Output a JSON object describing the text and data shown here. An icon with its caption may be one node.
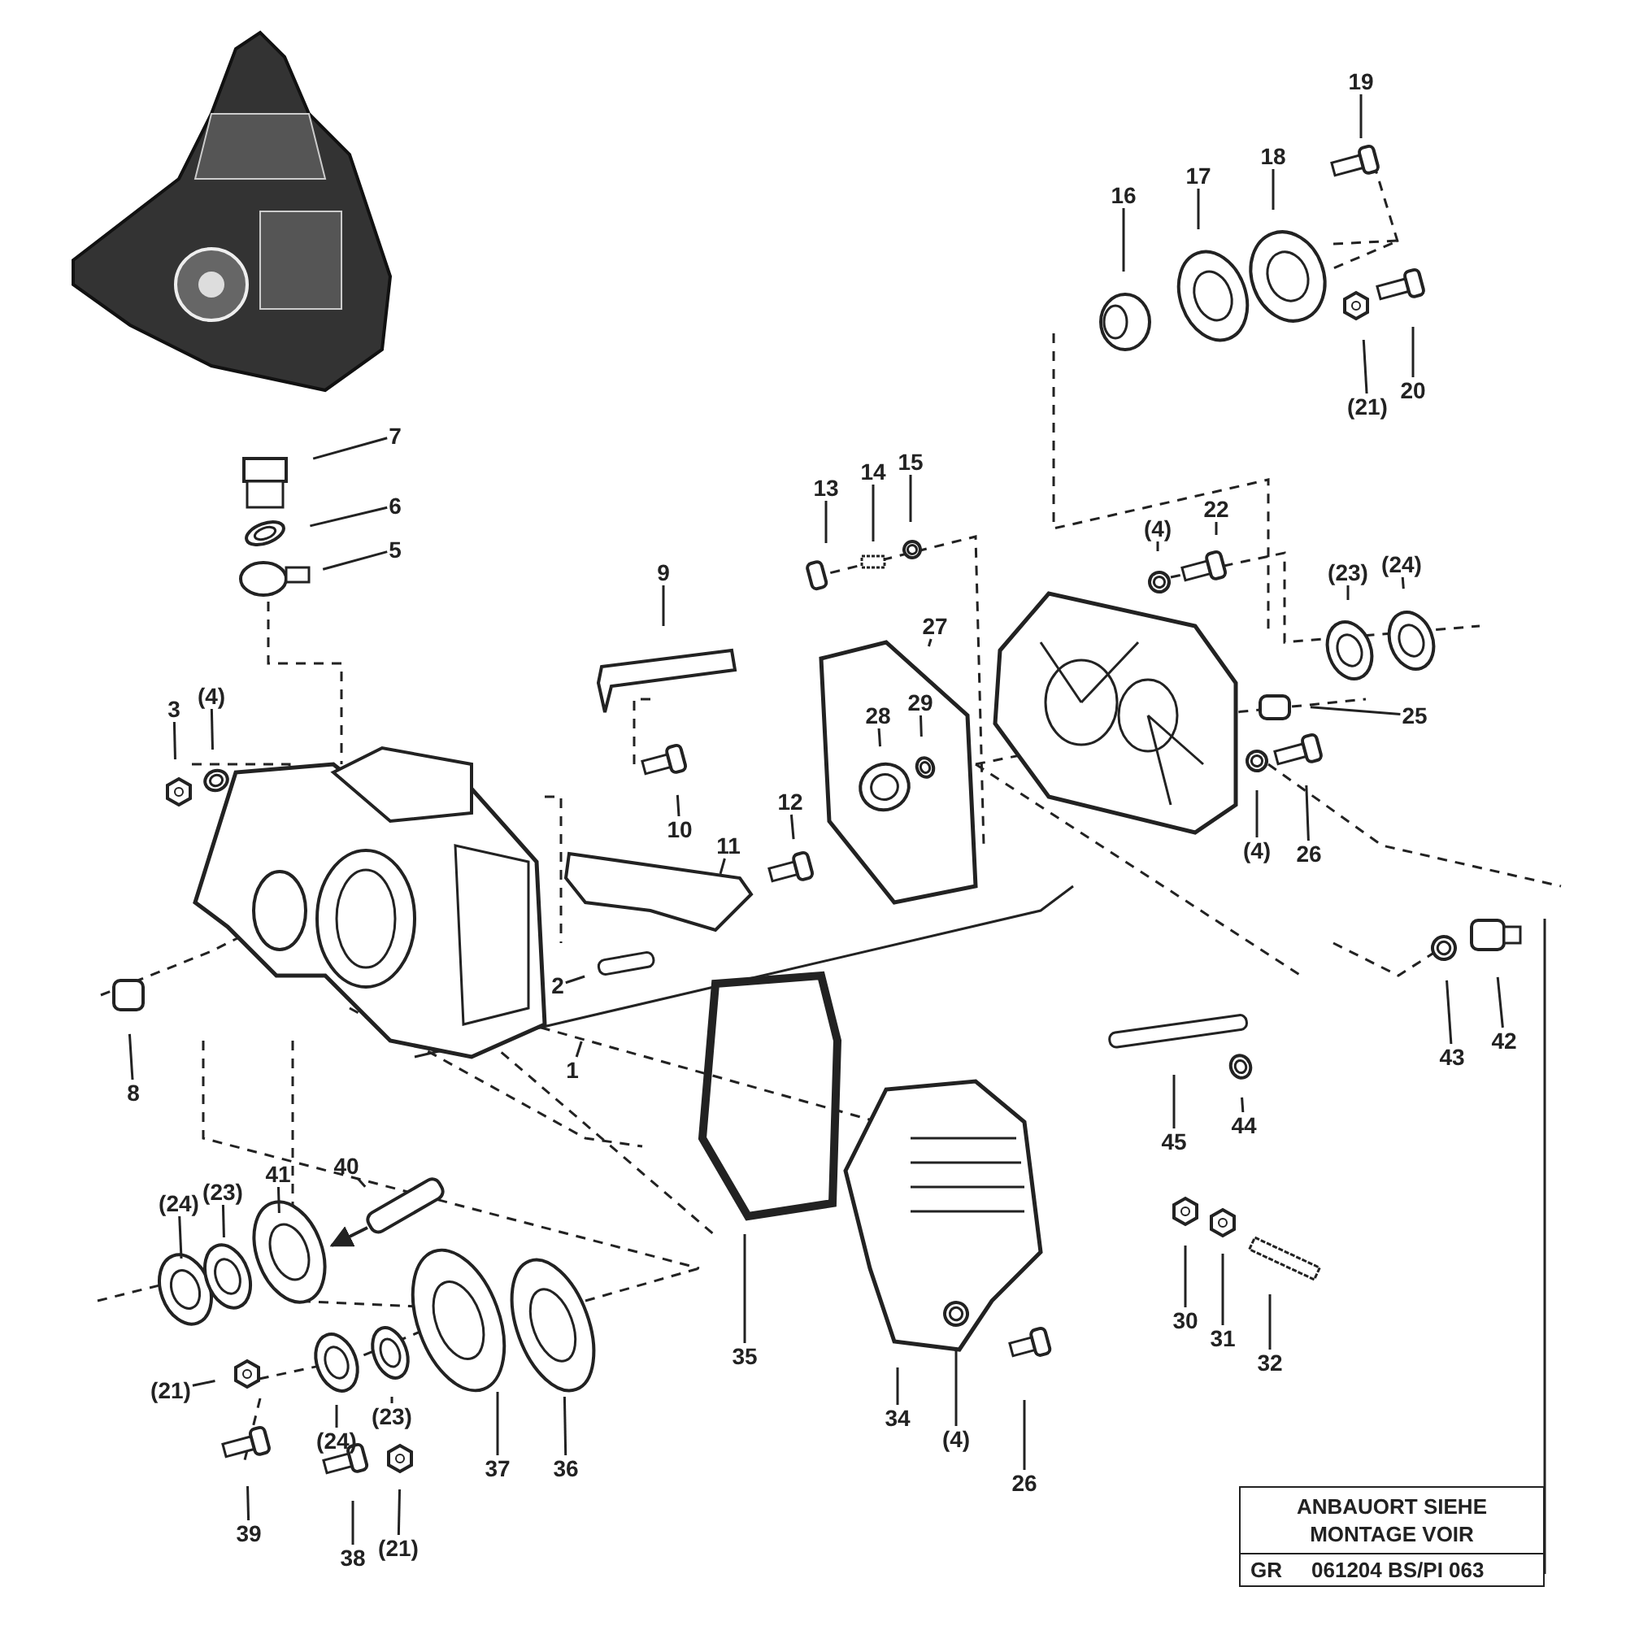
{
  "diagram": {
    "nodes": [
      {
        "text": [
          "19"
        ]
      },
      {
        "text": [
          "18"
        ]
      },
      {
        "text": [
          "17"
        ]
      },
      {
        "text": [
          "16"
        ]
      },
      {
        "text": [
          "20"
        ]
      },
      {
        "text": [
          "(21)"
        ]
      },
      {
        "text": [
          "7"
        ]
      },
      {
        "text": [
          "15"
        ]
      },
      {
        "text": [
          "14"
        ]
      },
      {
        "text": [
          "13"
        ]
      },
      {
        "text": [
          "6"
        ]
      },
      {
        "text": [
          "22"
        ]
      },
      {
        "text": [
          "(4)"
        ]
      },
      {
        "text": [
          "5"
        ]
      },
      {
        "text": [
          "(24)"
        ]
      },
      {
        "text": [
          "9"
        ]
      },
      {
        "text": [
          "(23)"
        ]
      },
      {
        "text": [
          "27"
        ]
      },
      {
        "text": [
          "(4)"
        ]
      },
      {
        "text": [
          "3"
        ]
      },
      {
        "text": [
          "29"
        ]
      },
      {
        "text": [
          "28"
        ]
      },
      {
        "text": [
          "25"
        ]
      },
      {
        "text": [
          "12"
        ]
      },
      {
        "text": [
          "10"
        ]
      },
      {
        "text": [
          "11"
        ]
      },
      {
        "text": [
          "(4)"
        ]
      },
      {
        "text": [
          "26"
        ]
      },
      {
        "text": [
          "2"
        ]
      },
      {
        "text": [
          "1"
        ]
      },
      {
        "text": [
          "42"
        ]
      },
      {
        "text": [
          "43"
        ]
      },
      {
        "text": [
          "8"
        ]
      },
      {
        "text": [
          "44"
        ]
      },
      {
        "text": [
          "45"
        ]
      },
      {
        "text": [
          "40"
        ]
      },
      {
        "text": [
          "41"
        ]
      },
      {
        "text": [
          "(23)"
        ]
      },
      {
        "text": [
          "(24)"
        ]
      },
      {
        "text": [
          "30"
        ]
      },
      {
        "text": [
          "31"
        ]
      },
      {
        "text": [
          "35"
        ]
      },
      {
        "text": [
          "32"
        ]
      },
      {
        "text": [
          "(21)"
        ]
      },
      {
        "text": [
          "34"
        ]
      },
      {
        "text": [
          "(23)"
        ]
      },
      {
        "text": [
          "(24)"
        ]
      },
      {
        "text": [
          "(4)"
        ]
      },
      {
        "text": [
          "37"
        ]
      },
      {
        "text": [
          "36"
        ]
      },
      {
        "text": [
          "26"
        ]
      },
      {
        "text": [
          "39"
        ]
      },
      {
        "text": [
          "(21)"
        ]
      },
      {
        "text": [
          "38"
        ]
      }
    ],
    "edges": [
      {
        "from": 0,
        "to": null,
        "arrow": "none"
      },
      {
        "from": 1,
        "to": null,
        "arrow": "none"
      },
      {
        "from": 2,
        "to": null,
        "arrow": "none"
      },
      {
        "from": 3,
        "to": null,
        "arrow": "none"
      },
      {
        "from": 4,
        "to": null,
        "arrow": "none"
      },
      {
        "from": 5,
        "to": null,
        "arrow": "none"
      },
      {
        "from": 6,
        "to": null,
        "arrow": "none"
      },
      {
        "from": 7,
        "to": null,
        "arrow": "none"
      },
      {
        "from": 8,
        "to": null,
        "arrow": "none"
      },
      {
        "from": 9,
        "to": null,
        "arrow": "none"
      },
      {
        "from": 10,
        "to": null,
        "arrow": "none"
      },
      {
        "from": 11,
        "to": null,
        "arrow": "none"
      },
      {
        "from": 12,
        "to": null,
        "arrow": "none"
      },
      {
        "from": 13,
        "to": null,
        "arrow": "none"
      },
      {
        "from": 14,
        "to": null,
        "arrow": "none"
      },
      {
        "from": 15,
        "to": null,
        "arrow": "none"
      },
      {
        "from": 16,
        "to": null,
        "arrow": "none"
      },
      {
        "from": 17,
        "to": null,
        "arrow": "none"
      },
      {
        "from": 18,
        "to": null,
        "arrow": "none"
      },
      {
        "from": 19,
        "to": null,
        "arrow": "none"
      },
      {
        "from": 20,
        "to": null,
        "arrow": "none"
      },
      {
        "from": 21,
        "to": null,
        "arrow": "none"
      },
      {
        "from": 22,
        "to": null,
        "arrow": "none"
      },
      {
        "from": 23,
        "to": null,
        "arrow": "none"
      },
      {
        "from": 24,
        "to": null,
        "arrow": "none"
      },
      {
        "from": 25,
        "to": null,
        "arrow": "none"
      },
      {
        "from": 26,
        "to": null,
        "arrow": "none"
      },
      {
        "from": 27,
        "to": null,
        "arrow": "none"
      },
      {
        "from": 28,
        "to": null,
        "arrow": "none"
      },
      {
        "from": 29,
        "to": null,
        "arrow": "none"
      },
      {
        "from": 30,
        "to": null,
        "arrow": "none"
      },
      {
        "from": 31,
        "to": null,
        "arrow": "none"
      },
      {
        "from": 32,
        "to": null,
        "arrow": "none"
      },
      {
        "from": 33,
        "to": null,
        "arrow": "none"
      },
      {
        "from": 34,
        "to": null,
        "arrow": "none"
      },
      {
        "from": 35,
        "to": null,
        "arrow": "none"
      },
      {
        "from": 36,
        "to": null,
        "arrow": "none"
      },
      {
        "from": 37,
        "to": null,
        "arrow": "none"
      },
      {
        "from": 38,
        "to": null,
        "arrow": "none"
      },
      {
        "from": 39,
        "to": null,
        "arrow": "none"
      },
      {
        "from": 40,
        "to": null,
        "arrow": "none"
      },
      {
        "from": 41,
        "to": null,
        "arrow": "none"
      },
      {
        "from": 42,
        "to": null,
        "arrow": "none"
      },
      {
        "from": 43,
        "to": null,
        "arrow": "none"
      },
      {
        "from": 44,
        "to": null,
        "arrow": "none"
      },
      {
        "from": 45,
        "to": null,
        "arrow": "none"
      },
      {
        "from": 46,
        "to": null,
        "arrow": "none"
      },
      {
        "from": 47,
        "to": null,
        "arrow": "none"
      },
      {
        "from": 48,
        "to": null,
        "arrow": "none"
      },
      {
        "from": 49,
        "to": null,
        "arrow": "none"
      },
      {
        "from": 50,
        "to": null,
        "arrow": "none"
      },
      {
        "from": 51,
        "to": null,
        "arrow": "none"
      },
      {
        "from": 52,
        "to": null,
        "arrow": "none"
      },
      {
        "from": 53,
        "to": null,
        "arrow": "none"
      }
    ],
    "labels": [
      "ANBAUORT SIEHE MONTAGE VOIR",
      "GR",
      "061204 BS/PI 063"
    ]
  }
}
